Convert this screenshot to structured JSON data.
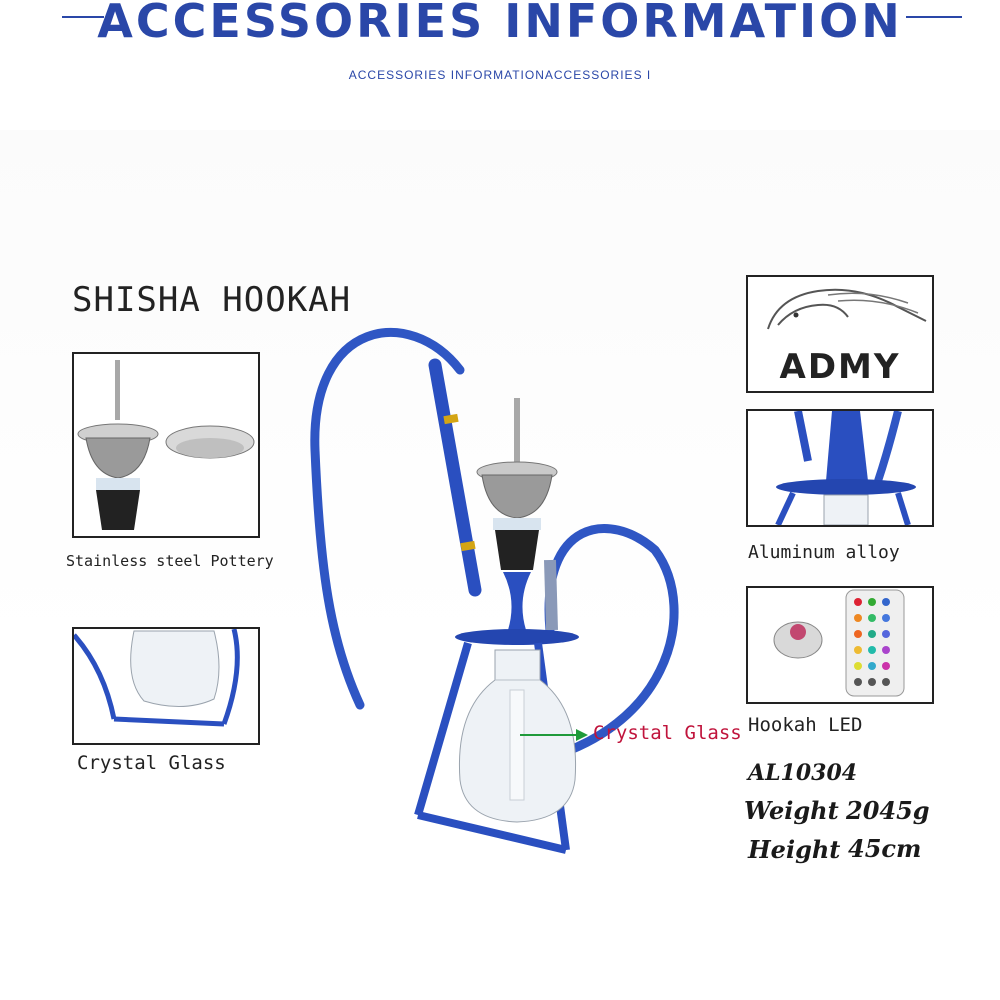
{
  "header": {
    "title": "ACCESSORIES INFORMATION",
    "subtitle": "ACCESSORIES INFORMATIONACCESSORIES I"
  },
  "product": {
    "name": "SHISHA HOOKAH",
    "callout": "Crystal Glass"
  },
  "brand": {
    "logo_text": "ADMY",
    "logo_icon": "horse-head-icon"
  },
  "accessories": [
    {
      "label": "Stainless steel  Pottery"
    },
    {
      "label": "Crystal Glass"
    },
    {
      "label": "Aluminum alloy"
    },
    {
      "label": "Hookah LED"
    }
  ],
  "specs": {
    "model": "AL10304",
    "weight_label": "Weight",
    "weight_value": "2045g",
    "height_label": "Height",
    "height_value": "45cm"
  },
  "colors": {
    "accent": "#2a47a8",
    "hose_blue": "#2f56c4",
    "callout": "#c0143c"
  }
}
